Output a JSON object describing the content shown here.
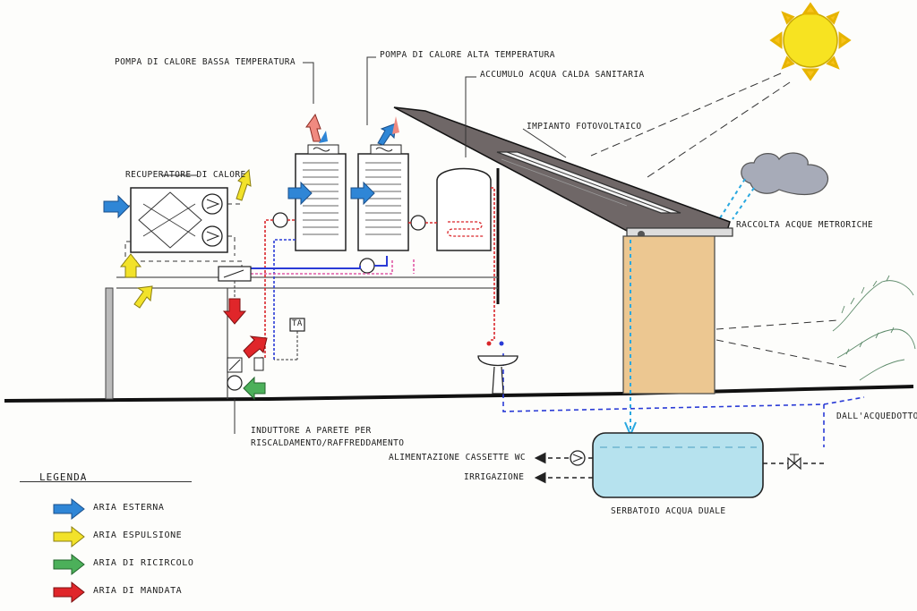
{
  "labels": {
    "pompa_bassa": "POMPA DI CALORE BASSA TEMPERATURA",
    "pompa_alta": "POMPA DI CALORE ALTA TEMPERATURA",
    "accumulo": "ACCUMULO ACQUA CALDA SANITARIA",
    "fotovoltaico": "IMPIANTO FOTOVOLTAICO",
    "recuperatore": "RECUPERATORE DI CALORE",
    "raccolta": "RACCOLTA ACQUE METRORICHE",
    "induttore_1": "INDUTTORE A PARETE PER",
    "induttore_2": "RISCALDAMENTO/RAFFREDDAMENTO",
    "cassette": "ALIMENTAZIONE CASSETTE WC",
    "irrigazione": "IRRIGAZIONE",
    "serbatoio": "SERBATOIO ACQUA DUALE",
    "acquedotto": "DALL'ACQUEDOTTO",
    "ta": "TA"
  },
  "legend": {
    "title": "LEGENDA",
    "items": [
      {
        "label": "ARIA ESTERNA",
        "color": "#2f86d6"
      },
      {
        "label": "ARIA ESPULSIONE",
        "color": "#f2e22a"
      },
      {
        "label": "ARIA DI RICIRCOLO",
        "color": "#4cb05a"
      },
      {
        "label": "ARIA DI MANDATA",
        "color": "#e0262a"
      }
    ]
  },
  "colors": {
    "sun": "#f7e321",
    "roof": "#6f6767",
    "wall": "#ecc791",
    "water": "#b6e2ee",
    "blue_pipe": "#2a3bd6",
    "red_pipe": "#d9262a",
    "pink_pipe": "#e05aa6"
  }
}
